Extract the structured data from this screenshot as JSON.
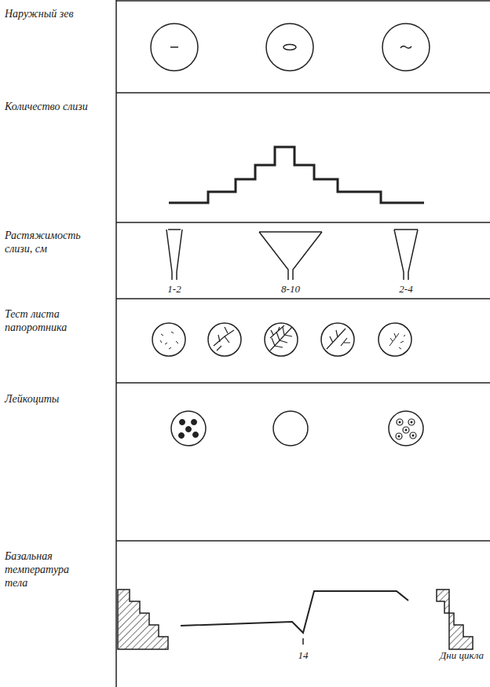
{
  "diagram": {
    "labels": [
      "Наружный зев",
      "Количество слизи",
      "Растяжимость слизи, см",
      "1-2",
      "8-10",
      "2-4",
      "Тест листа папоротника",
      "Лейкоциты",
      "Базальная температура тела",
      "14",
      "Дни цикла"
    ]
  }
}
